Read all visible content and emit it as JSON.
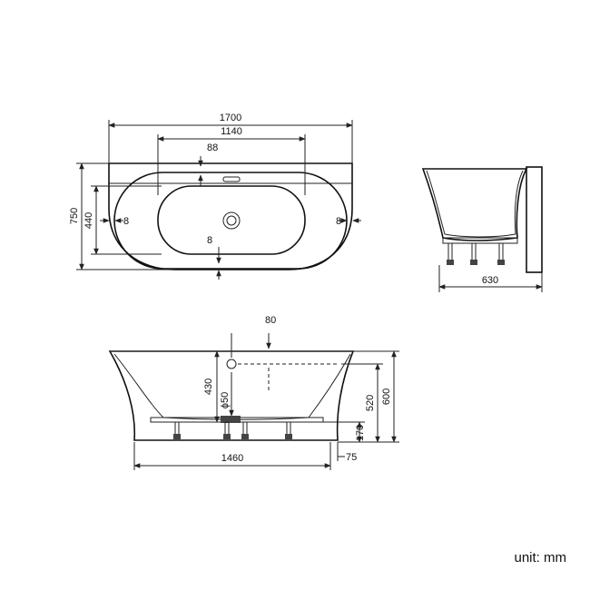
{
  "dimensions": {
    "top_view": {
      "overall_length": "1700",
      "inner_length": "1140",
      "overflow_offset": "88",
      "overall_width": "750",
      "inner_width": "440",
      "left_rim": "8",
      "right_rim": "8",
      "bottom_rim": "8"
    },
    "side_view": {
      "depth": "630"
    },
    "front_view": {
      "overflow_drain_offset": "80",
      "overflow_height": "430",
      "drain_diameter": "ϕ50",
      "inner_depth": "520",
      "total_height": "600",
      "base_height": "170",
      "base_inset": "75",
      "base_length": "1460"
    }
  },
  "unit_label": "unit: mm"
}
